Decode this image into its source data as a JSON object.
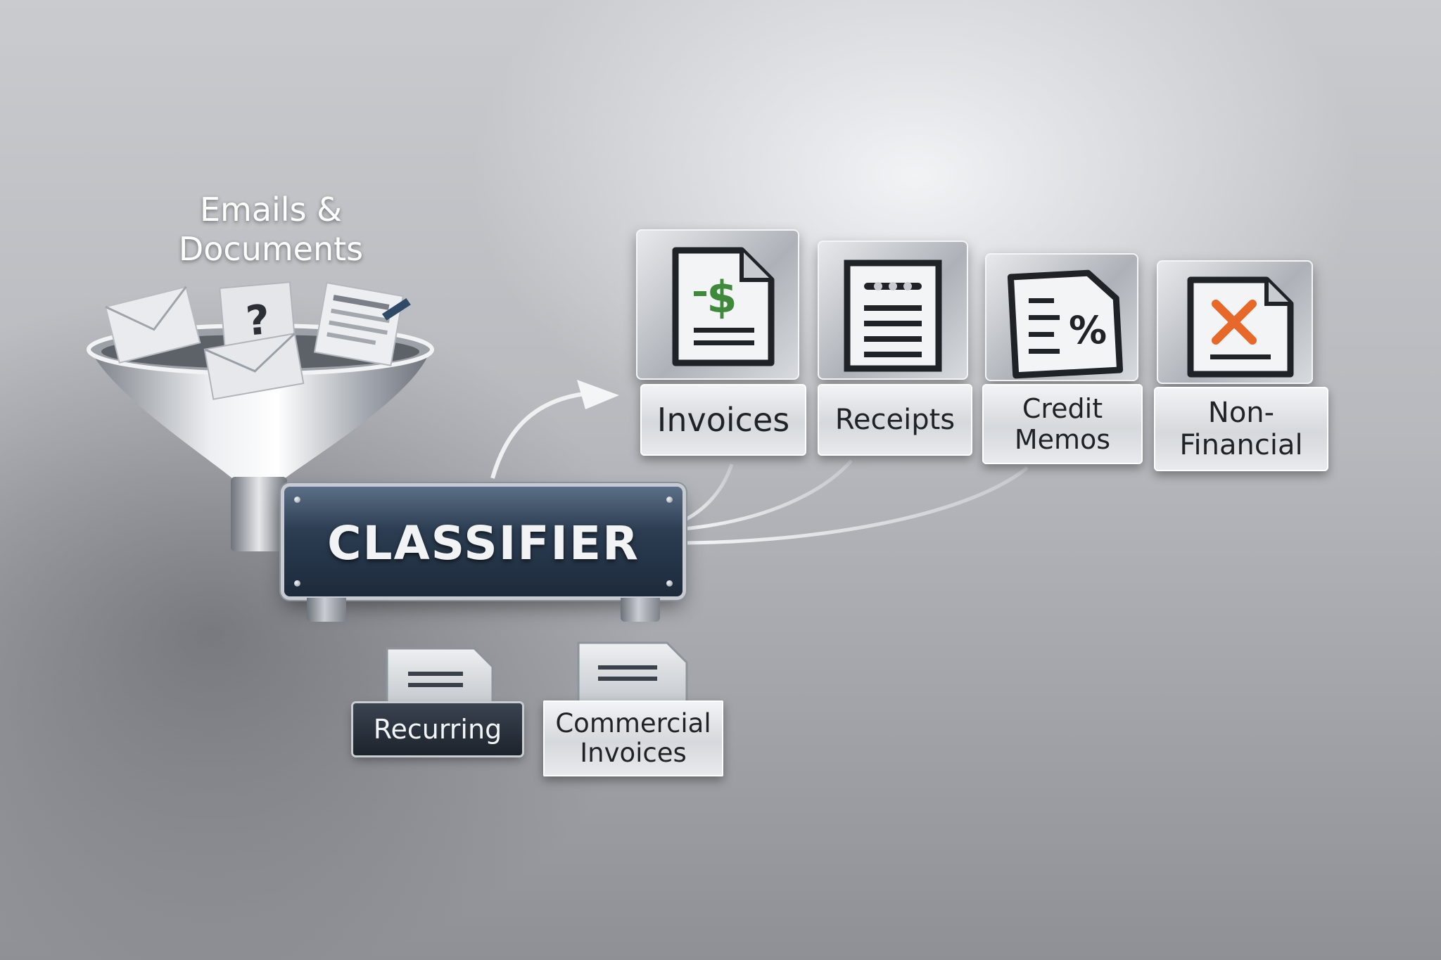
{
  "source": {
    "line1": "Emails &",
    "line2": "Documents"
  },
  "classifier": {
    "label": "CLASSIFIER"
  },
  "categories": [
    {
      "lines": [
        "Invoices"
      ],
      "icon": "invoice-dollar-icon"
    },
    {
      "lines": [
        "Receipts"
      ],
      "icon": "receipt-icon"
    },
    {
      "lines": [
        "Credit",
        "Memos"
      ],
      "icon": "percent-document-icon"
    },
    {
      "lines": [
        "Non-",
        "Financial"
      ],
      "icon": "rejected-document-icon"
    }
  ],
  "subcategories": [
    {
      "lines": [
        "Recurring"
      ]
    },
    {
      "lines": [
        "Commercial",
        "Invoices"
      ]
    }
  ],
  "colors": {
    "accent_green": "#3f8a3a",
    "reject_orange": "#e8682a",
    "classifier_blue": "#2c3d52",
    "document_dark": "#1f2328"
  },
  "funnel_icons": [
    "envelope-icon",
    "question-document-icon",
    "envelope-icon",
    "form-document-icon"
  ]
}
